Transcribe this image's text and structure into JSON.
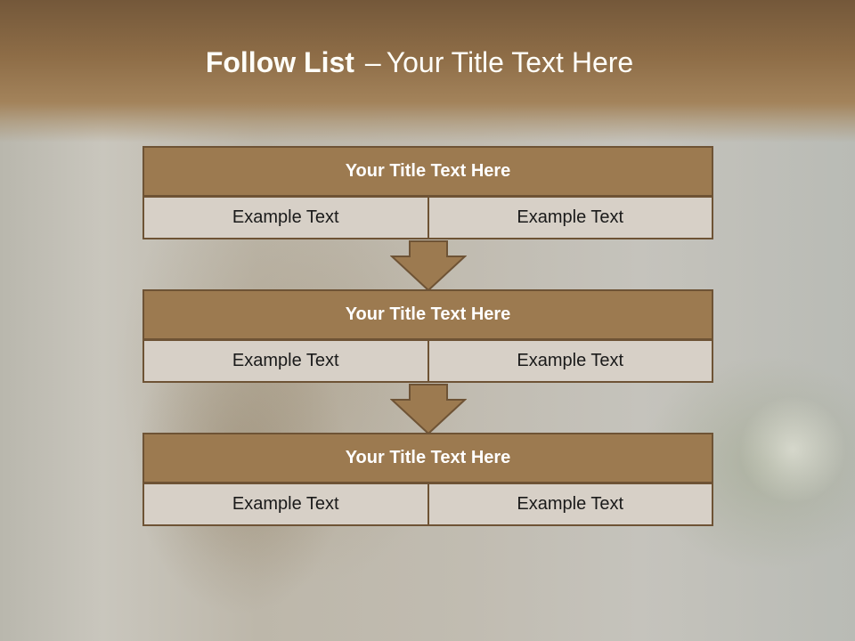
{
  "slide": {
    "title_bold": "Follow List",
    "title_separator": "–",
    "title_rest": "Your Title Text Here"
  },
  "blocks": [
    {
      "title": "Your Title Text Here",
      "cells": [
        "Example Text",
        "Example Text"
      ]
    },
    {
      "title": "Your Title Text Here",
      "cells": [
        "Example Text",
        "Example Text"
      ]
    },
    {
      "title": "Your Title Text Here",
      "cells": [
        "Example Text",
        "Example Text"
      ]
    }
  ],
  "colors": {
    "header_band": "#8e6d47",
    "block_title_fill": "#9c7a50",
    "block_border": "#6e5335",
    "cell_fill": "#d7d0c7",
    "arrow_fill": "#9c7a50"
  },
  "icons": {
    "connector": "down-arrow-icon"
  }
}
